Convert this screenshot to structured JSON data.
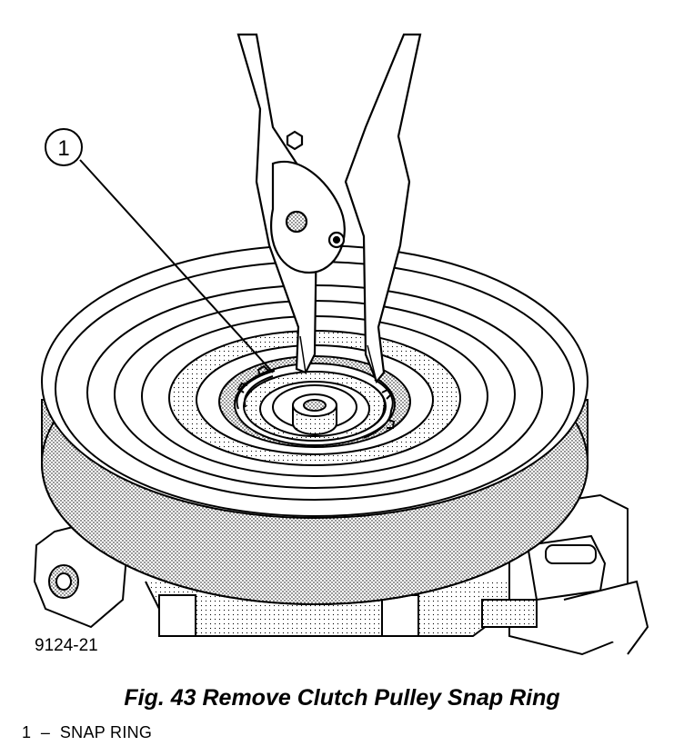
{
  "figure": {
    "reference_id": "9124-21",
    "caption": "Fig. 43 Remove Clutch Pulley Snap Ring",
    "callout_number": "1"
  },
  "legend": {
    "items": [
      {
        "number": "1",
        "separator": "–",
        "label": "SNAP RING"
      }
    ]
  }
}
